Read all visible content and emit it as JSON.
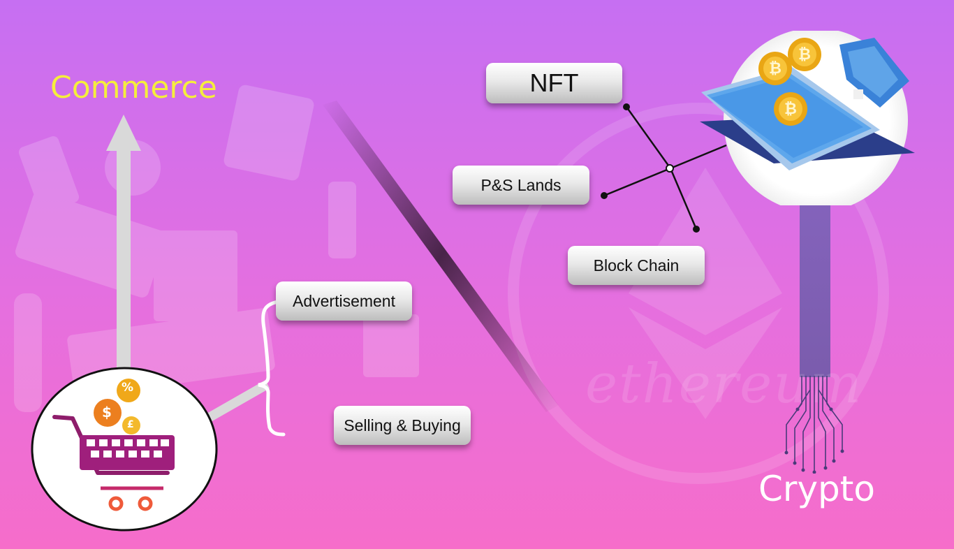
{
  "commerce": {
    "title": "Commerce",
    "branches": [
      "Advertisement",
      "Selling & Buying"
    ],
    "icon": "shopping-cart-icon"
  },
  "crypto": {
    "title": "Crypto",
    "branches": [
      "NFT",
      "P&S Lands",
      "Block Chain"
    ],
    "icon": "phone-wallet-bitcoin-icon",
    "watermark": "ethereum"
  },
  "colors": {
    "commerce_title": "#f5ee3c",
    "crypto_title": "#ffffff",
    "background_top": "#c86ef0",
    "background_bottom": "#f06ccc"
  }
}
